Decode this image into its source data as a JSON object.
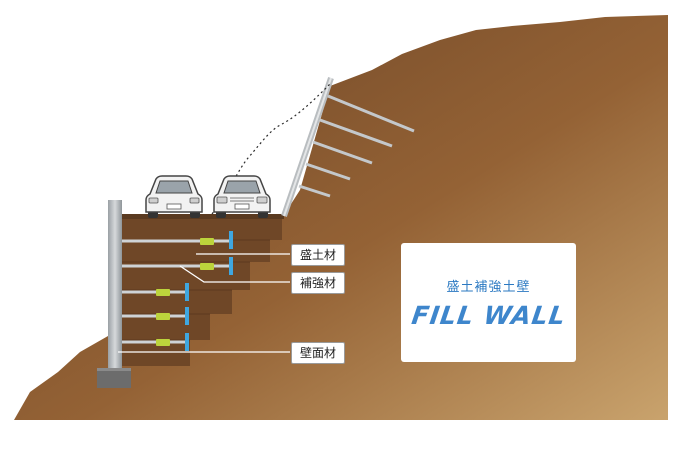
{
  "labels": {
    "fill": "盛土材",
    "reinforcement": "補強材",
    "wall_face": "壁面材"
  },
  "brand": {
    "subtitle": "盛土補強土壁",
    "name": "FILL WALL"
  },
  "colors": {
    "soil_dark": "#7a5030",
    "soil_light": "#c29a63",
    "fill_layer": "#6e4628",
    "wall": "#b8bcbf",
    "reinforcement": "#c9cdd0",
    "anchor_plate": "#3fa7e0",
    "joint": "#b9d23a",
    "brand_blue": "#3e86cc"
  },
  "icons": [
    "car-icon",
    "car-icon"
  ]
}
